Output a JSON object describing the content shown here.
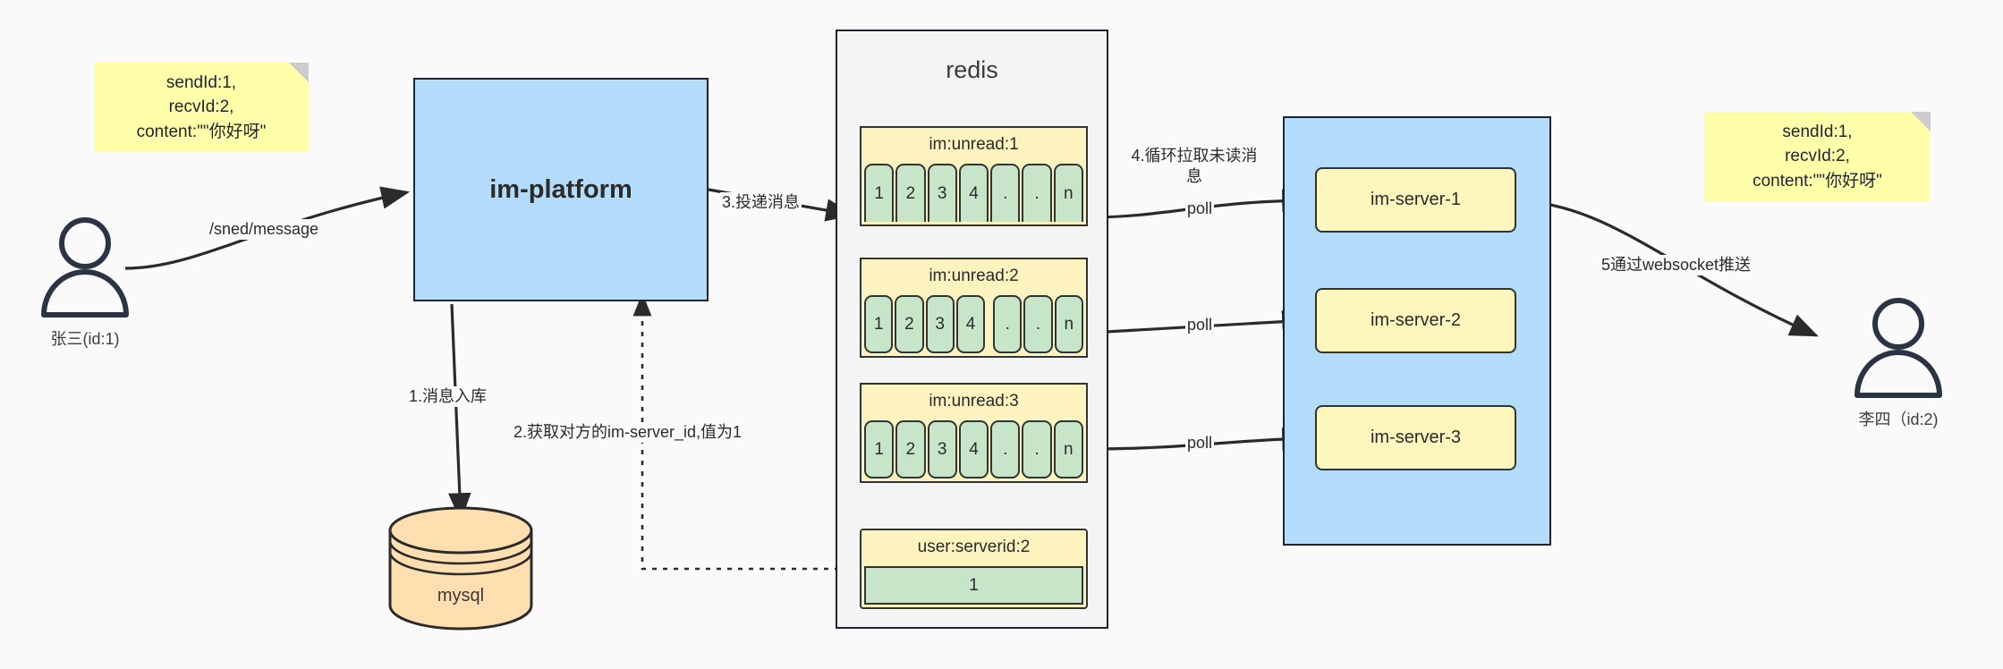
{
  "diagram": {
    "title": "im message push architecture",
    "background": "#fafafa"
  },
  "notes": {
    "left": {
      "name": "message-payload-note-left",
      "text": "sendId:1,\nrecvId:2,\ncontent:\"\"你好呀\""
    },
    "right": {
      "name": "message-payload-note-right",
      "text": "sendId:1,\nrecvId:2,\ncontent:\"\"你好呀\""
    }
  },
  "actors": {
    "sender": {
      "caption": "张三(id:1)"
    },
    "receiver": {
      "caption": "李四（id:2)"
    }
  },
  "platform": {
    "label": "im-platform"
  },
  "database": {
    "label": "mysql"
  },
  "redis": {
    "title": "redis",
    "groups": [
      {
        "key": "im:unread:1",
        "cells": [
          "1",
          "2",
          "3",
          "4",
          ".",
          ".",
          "n"
        ]
      },
      {
        "key": "im:unread:2",
        "cells": [
          "1",
          "2",
          "3",
          "4",
          ".",
          ".",
          "n"
        ]
      },
      {
        "key": "im:unread:3",
        "cells": [
          "1",
          "2",
          "3",
          "4",
          ".",
          ".",
          "n"
        ]
      }
    ],
    "single": {
      "key": "user:serverid:2",
      "value": "1"
    }
  },
  "cluster": {
    "servers": [
      {
        "label": "im-server-1"
      },
      {
        "label": "im-server-2"
      },
      {
        "label": "im-server-3"
      }
    ]
  },
  "edges": {
    "send_message": "/sned/message",
    "step1": "1.消息入库",
    "step2": "2.获取对方的im-server_id,值为1",
    "step3": "3.投递消息",
    "step4": "4.循环拉取未读消\n息",
    "poll1": "poll",
    "poll2": "poll",
    "poll3": "poll",
    "step5": "5通过websocket推送"
  },
  "colors": {
    "note_yellow": "#ffffaa",
    "panel_blue": "#b3dcfb",
    "key_yellow": "#fdf3bf",
    "cell_green": "#c7e6c9",
    "db_orange": "#ffdfb0",
    "stroke": "#1f2430",
    "background": "#fafafa"
  }
}
